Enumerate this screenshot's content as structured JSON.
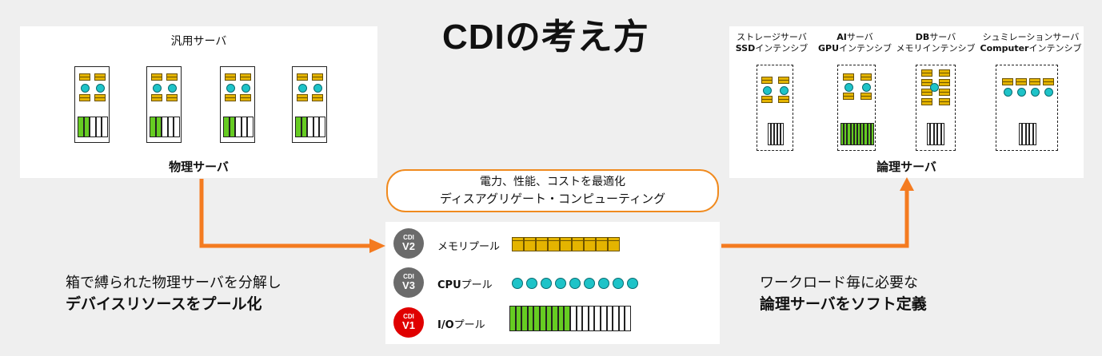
{
  "title": "CDIの考え方",
  "physical": {
    "header": "汎用サーバ",
    "footer": "物理サーバ",
    "server_count": 4
  },
  "logical": {
    "footer": "論理サーバ",
    "servers": [
      {
        "line1": "ストレージサーバ",
        "line2_bold": "SSD",
        "line2_rest": "インテンシブ"
      },
      {
        "line1_bold": "AI",
        "line1_rest": "サーバ",
        "line2_bold": "GPU",
        "line2_rest": "インテンシブ"
      },
      {
        "line1_bold": "DB",
        "line1_rest": "サーバ",
        "line2_rest": "メモリインテンシブ"
      },
      {
        "line1": "シュミレーションサーバ",
        "line2_bold": "Computer",
        "line2_rest": "インテンシブ"
      }
    ]
  },
  "center": {
    "pill_line1": "電力、性能、コストを最適化",
    "pill_line2": "ディスアグリゲート・コンピューティング"
  },
  "pools": [
    {
      "badge_small": "CDI",
      "badge_big": "V2",
      "badge_color": "#6b6b6b",
      "label": "メモリプール"
    },
    {
      "badge_small": "CDI",
      "badge_big": "V3",
      "badge_color": "#6b6b6b",
      "label_bold": "CPU",
      "label_rest": "プール"
    },
    {
      "badge_small": "CDI",
      "badge_big": "V1",
      "badge_color": "#e00000",
      "label_bold": "I/O",
      "label_rest": "プール"
    }
  ],
  "left_caption": {
    "line1": "箱で縛られた物理サーバを分解し",
    "line2": "デバイスリソースをプール化"
  },
  "right_caption": {
    "line1": "ワークロード毎に必要な",
    "line2": "論理サーバをソフト定義"
  },
  "colors": {
    "arrow": "#f47b20",
    "memory": "#e4b400",
    "cpu": "#1ec3c8",
    "io_active": "#66cc22",
    "v1_badge": "#e00000",
    "v_badge": "#6b6b6b"
  }
}
